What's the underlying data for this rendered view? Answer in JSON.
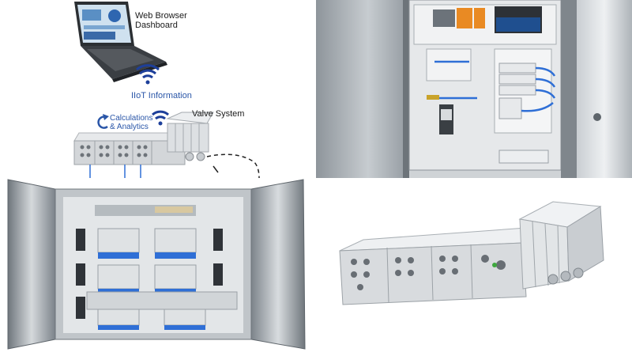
{
  "diagram": {
    "dashboard_line1": "Web Browser",
    "dashboard_line2": "Dashboard",
    "iiot_label": "IIoT Information",
    "calc_line1": "Calculations",
    "calc_line2": "& Analytics",
    "valve_label": "Valve System"
  },
  "colors": {
    "label_blue": "#2a56a8",
    "wifi_blue": "#1d3f9a",
    "tube_blue": "#2f6fd6",
    "steel": "#b9bec3"
  }
}
